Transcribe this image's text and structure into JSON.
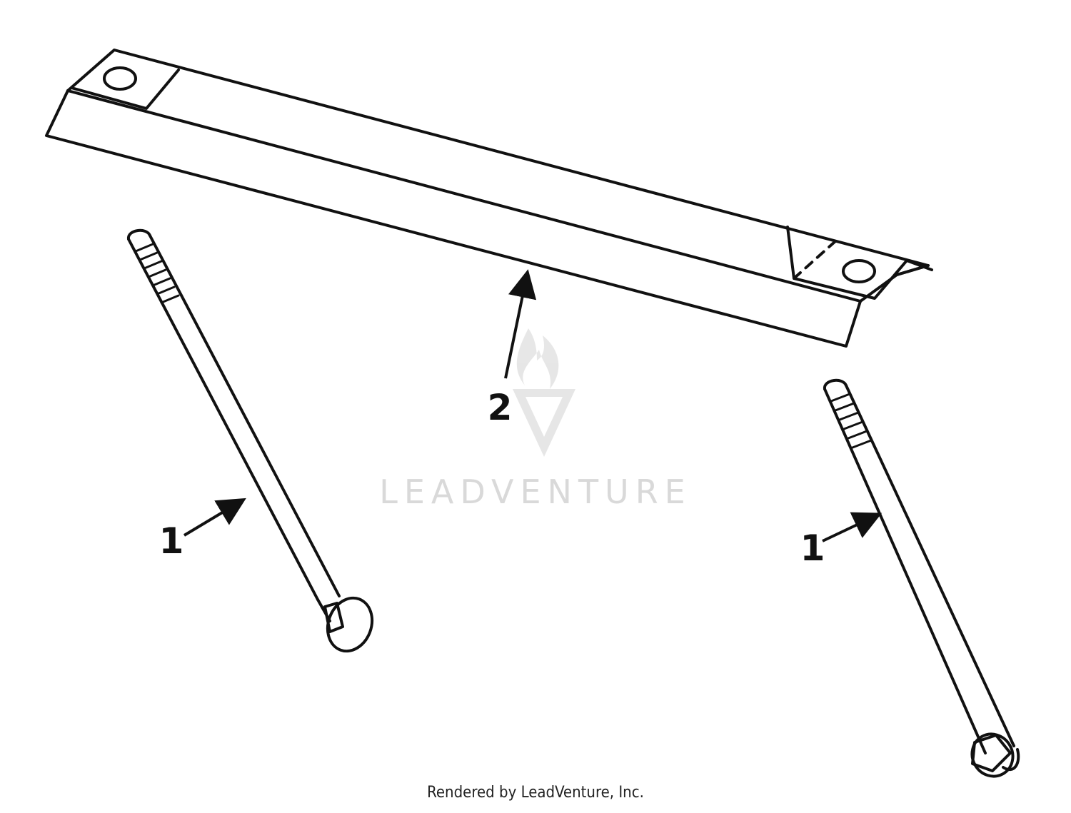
{
  "diagram": {
    "callouts": [
      {
        "id": "bracket",
        "label": "2"
      },
      {
        "id": "left-bolt",
        "label": "1"
      },
      {
        "id": "right-bolt",
        "label": "1"
      }
    ],
    "watermark": "LEADVENTURE",
    "footer": "Rendered by LeadVenture, Inc."
  },
  "colors": {
    "line": "#111111",
    "background": "#ffffff",
    "watermark": "#d9d9d9"
  }
}
